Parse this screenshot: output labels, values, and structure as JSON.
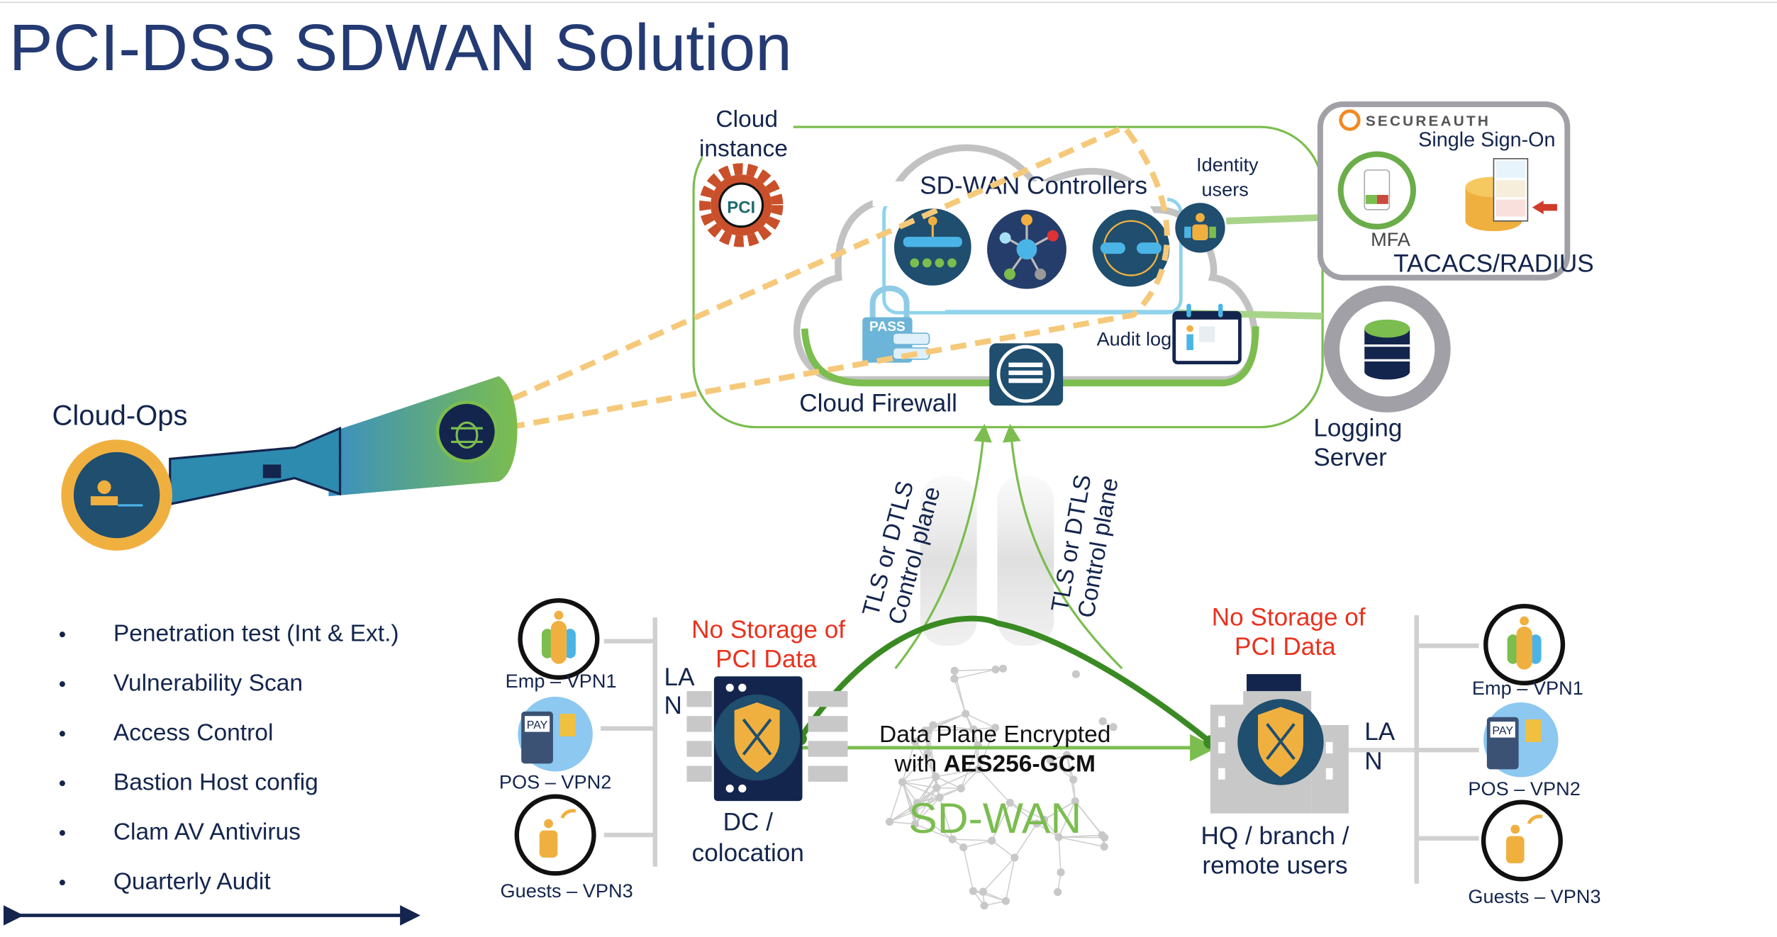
{
  "title": "PCI-DSS SDWAN Solution",
  "colors": {
    "navy": "#14254d",
    "title": "#243a73",
    "green": "#7bbd4f",
    "dark_green": "#3a8a23",
    "red": "#e8321e",
    "orange": "#f0b040",
    "gray": "#a0a0a6",
    "icon_blue": "#1f4e6e"
  },
  "cloud": {
    "label_line1": "Cloud",
    "label_line2": "instance",
    "controllers_label": "SD-WAN Controllers",
    "identity_line1": "Identity",
    "identity_line2": "users",
    "audit_label": "Audit logs",
    "firewall_label": "Cloud Firewall",
    "pass_label": "PASS",
    "pci_badge": "PCI"
  },
  "secureauth": {
    "logo": "SECUREAUTH",
    "sso": "Single Sign-On",
    "mfa": "MFA",
    "tacacs": "TACACS/RADIUS"
  },
  "logging": {
    "line1": "Logging",
    "line2": "Server"
  },
  "cloud_ops": {
    "label": "Cloud-Ops"
  },
  "checklist": [
    "Penetration test (Int & Ext.)",
    "Vulnerability Scan",
    "Access Control",
    "Bastion Host config",
    "Clam AV Antivirus",
    "Quarterly Audit"
  ],
  "control_plane": {
    "line1": "TLS or DTLS",
    "line2": "Control plane"
  },
  "left_site": {
    "no_storage_1": "No Storage of",
    "no_storage_2": "PCI Data",
    "lan_1": "LA",
    "lan_2": "N",
    "name_1": "DC /",
    "name_2": "colocation",
    "segments": [
      "Emp – VPN1",
      "POS – VPN2",
      "Guests – VPN3"
    ],
    "pay": "PAY"
  },
  "right_site": {
    "no_storage_1": "No Storage of",
    "no_storage_2": "PCI Data",
    "lan_1": "LA",
    "lan_2": "N",
    "name_1": "HQ / branch /",
    "name_2": "remote users",
    "segments": [
      "Emp – VPN1",
      "POS – VPN2",
      "Guests – VPN3"
    ],
    "pay": "PAY"
  },
  "data_plane": {
    "line1": "Data Plane Encrypted",
    "line2_prefix": "with ",
    "line2_bold": "AES256-GCM"
  },
  "sdwan_label": "SD-WAN"
}
